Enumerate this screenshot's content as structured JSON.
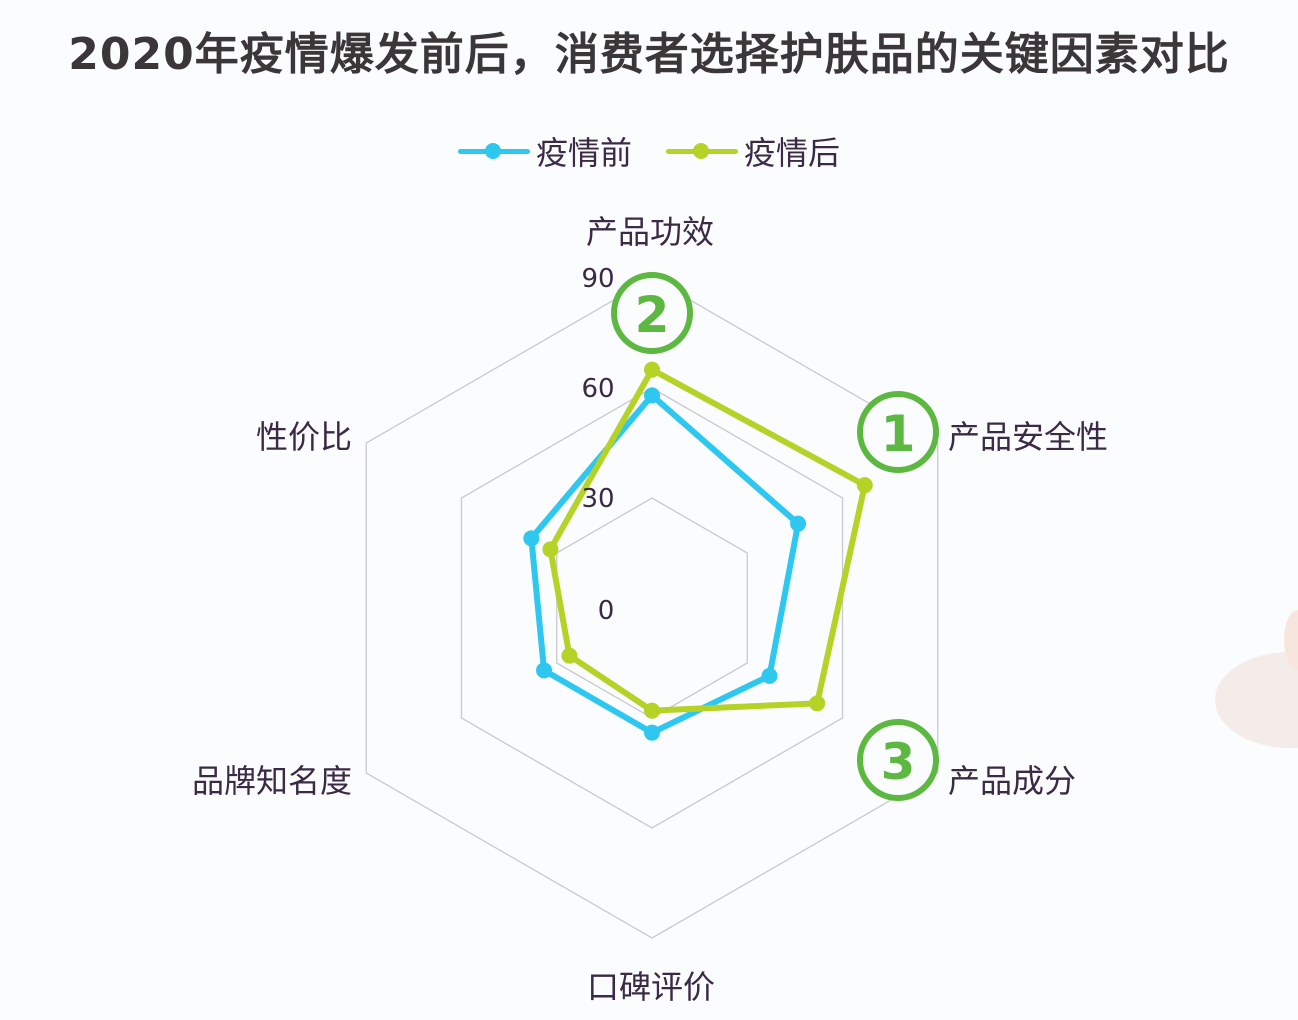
{
  "title": "2020年疫情爆发前后，消费者选择护肤品的关键因素对比",
  "legend": [
    {
      "label": "疫情前",
      "color": "#2ec7f0"
    },
    {
      "label": "疫情后",
      "color": "#b5d227"
    }
  ],
  "axes": [
    "产品功效",
    "产品安全性",
    "产品成分",
    "口碑评价",
    "品牌知名度",
    "性价比"
  ],
  "ticks": [
    "0",
    "30",
    "60",
    "90"
  ],
  "badges": [
    {
      "text": "①",
      "axis": "产品安全性"
    },
    {
      "text": "②",
      "axis": "产品功效"
    },
    {
      "text": "③",
      "axis": "产品成分"
    }
  ],
  "annotation_color": "#5cb840",
  "chart_data": {
    "type": "radar",
    "title": "2020年疫情爆发前后，消费者选择护肤品的关键因素对比",
    "categories": [
      "产品功效",
      "产品安全性",
      "产品成分",
      "口碑评价",
      "品牌知名度",
      "性价比"
    ],
    "series": [
      {
        "name": "疫情前",
        "color": "#2ec7f0",
        "values": [
          58,
          46,
          37,
          34,
          34,
          38
        ]
      },
      {
        "name": "疫情后",
        "color": "#b5d227",
        "values": [
          65,
          67,
          52,
          28,
          26,
          32
        ]
      }
    ],
    "radial_ticks": [
      0,
      30,
      60,
      90
    ],
    "range": [
      0,
      90
    ],
    "grid": "hexagon",
    "legend_position": "top",
    "annotations": [
      {
        "label": "1",
        "category": "产品安全性"
      },
      {
        "label": "2",
        "category": "产品功效"
      },
      {
        "label": "3",
        "category": "产品成分"
      }
    ]
  }
}
